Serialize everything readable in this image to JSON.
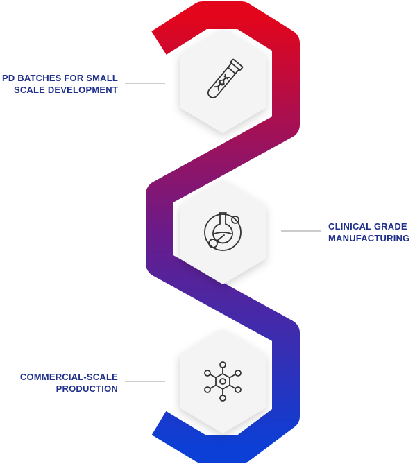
{
  "stages": [
    {
      "label_lines": [
        "PD BATCHES FOR SMALL",
        "SCALE DEVELOPMENT"
      ],
      "icon": "test-tube-dna-icon",
      "side": "left"
    },
    {
      "label_lines": [
        "CLINICAL GRADE",
        "MANUFACTURING"
      ],
      "icon": "flask-molecule-icon",
      "side": "right"
    },
    {
      "label_lines": [
        "COMMERCIAL-SCALE",
        "PRODUCTION"
      ],
      "icon": "hexagon-molecule-icon",
      "side": "left"
    }
  ],
  "colors": {
    "gradient_top": "#e3051b",
    "gradient_middle": "#6a1b8a",
    "gradient_bottom": "#0b3fd6",
    "label_text": "#1f2f8c",
    "connector_line": "#9a9a9a",
    "hex_fill": "#f4f4f4",
    "icon_stroke": "#333333"
  }
}
